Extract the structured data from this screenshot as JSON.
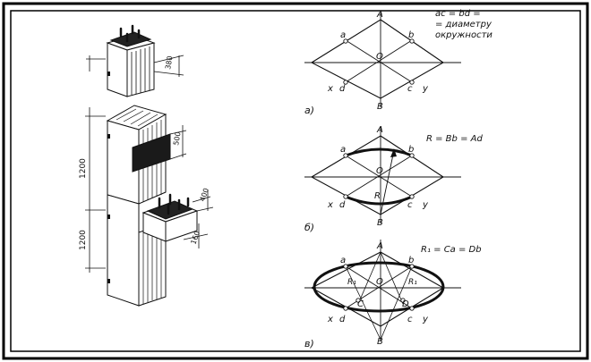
{
  "left_figure": {
    "dims": {
      "top_block": "380",
      "overall_1": "1200",
      "overall_2": "1200",
      "band": "500",
      "lower_block_1": "400",
      "lower_block_2": "160"
    }
  },
  "panel_a": {
    "caption": "а)",
    "note": [
      "ac = bd =",
      "= диаметру",
      "окружности"
    ],
    "labels": {
      "A": "A",
      "B": "B",
      "O": "O",
      "a": "a",
      "b": "b",
      "c": "c",
      "d": "d",
      "x": "x",
      "y": "y"
    }
  },
  "panel_b": {
    "caption": "б)",
    "note": "R = Bb = Ad",
    "labels": {
      "A": "A",
      "B": "B",
      "O": "O",
      "R": "R",
      "a": "a",
      "b": "b",
      "c": "c",
      "d": "d",
      "x": "x",
      "y": "y"
    }
  },
  "panel_v": {
    "caption": "в)",
    "note": "R₁ = Ca = Db",
    "labels": {
      "A": "A",
      "B": "B",
      "O": "O",
      "C": "C",
      "D": "D",
      "R1a": "R₁",
      "R1b": "R₁",
      "a": "a",
      "b": "b",
      "c": "c",
      "d": "d",
      "x": "x",
      "y": "y"
    }
  },
  "colors": {
    "ink": "#111111",
    "background": "#ffffff",
    "frame": "#000000"
  }
}
